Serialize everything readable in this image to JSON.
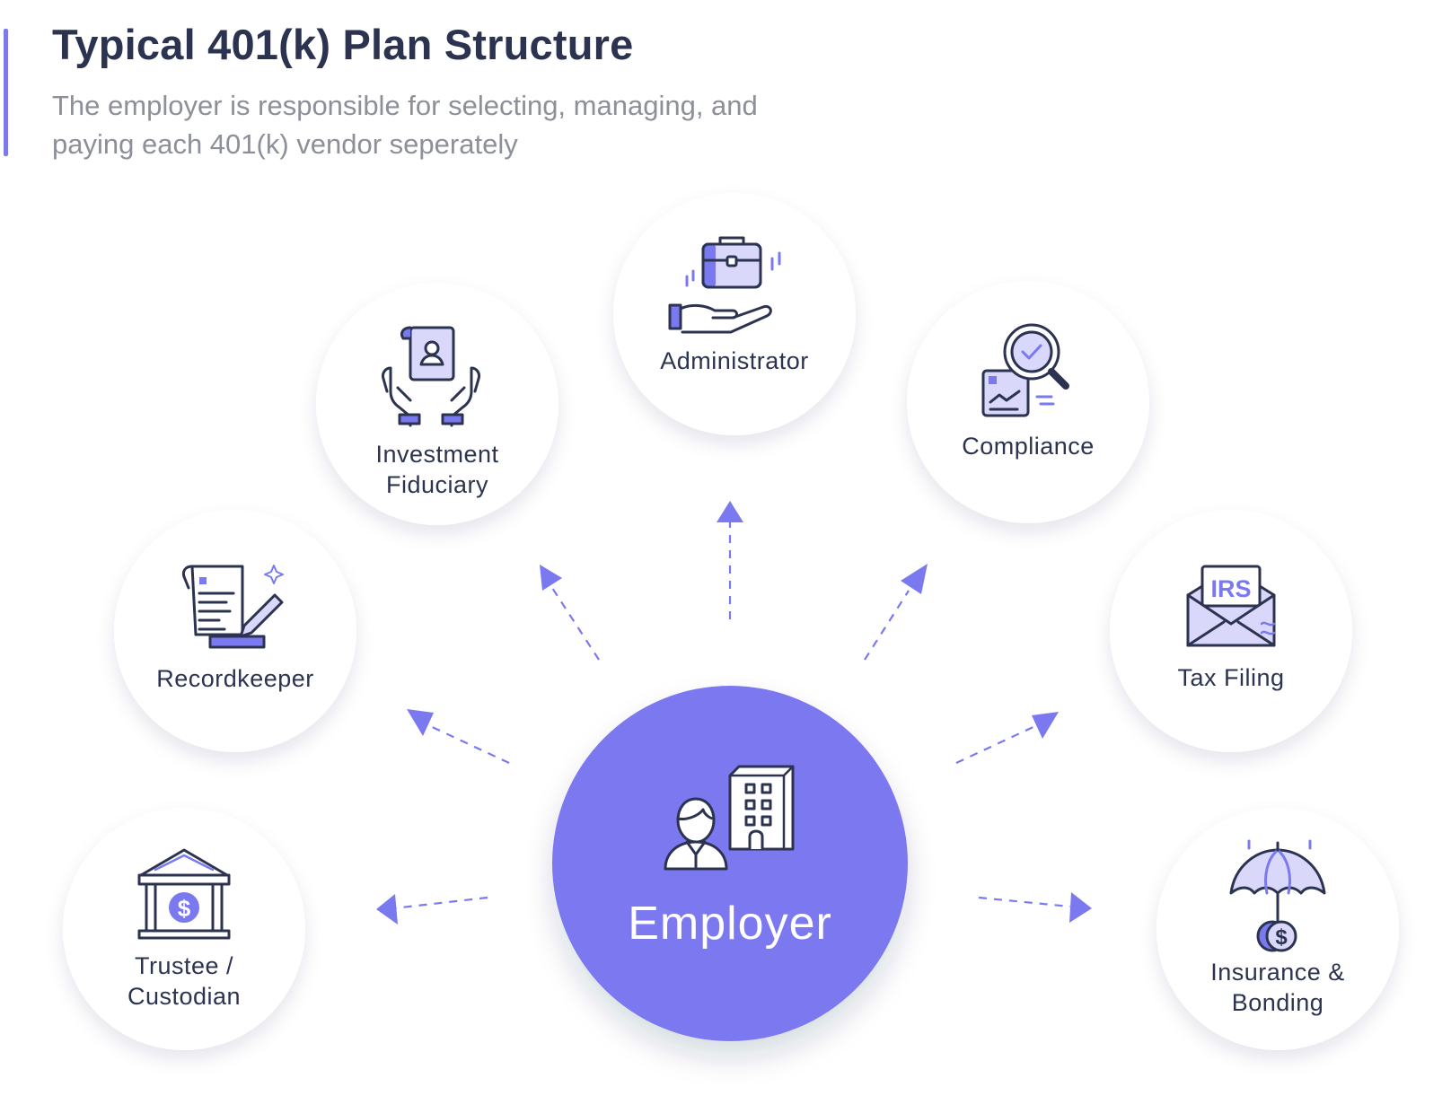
{
  "header": {
    "title": "Typical 401(k) Plan Structure",
    "subtitle_line1": "The employer is responsible for selecting, managing, and",
    "subtitle_line2": "paying each 401(k) vendor seperately"
  },
  "colors": {
    "accent": "#7b79f0",
    "icon_fill": "#d9d8fb",
    "ink": "#2c3350",
    "muted": "#8d8f99"
  },
  "center": {
    "label": "Employer",
    "icon": "employer-building-icon"
  },
  "vendors": {
    "administrator": {
      "label": "Administrator",
      "icon": "briefcase-hand-icon"
    },
    "investment_fiduciary": {
      "label_line1": "Investment",
      "label_line2": "Fiduciary",
      "icon": "hands-document-icon"
    },
    "compliance": {
      "label": "Compliance",
      "icon": "magnifier-check-icon"
    },
    "recordkeeper": {
      "label": "Recordkeeper",
      "icon": "scroll-pen-icon"
    },
    "tax_filing": {
      "label": "Tax Filing",
      "icon": "irs-envelope-icon",
      "icon_text": "IRS"
    },
    "trustee_custodian": {
      "label_line1": "Trustee /",
      "label_line2": "Custodian",
      "icon": "bank-dollar-icon",
      "icon_text": "$"
    },
    "insurance_bonding": {
      "label_line1": "Insurance &",
      "label_line2": "Bonding",
      "icon": "umbrella-coin-icon",
      "icon_text": "$"
    }
  }
}
